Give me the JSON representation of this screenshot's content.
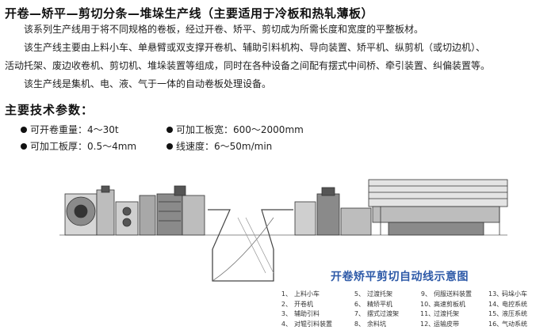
{
  "title": "开卷—矫平—剪切分条—堆垛生产线（主要适用于冷板和热轧薄板）",
  "paragraphs": {
    "p1": "该系列生产线用于将不同规格的卷板，经过开卷、矫平、剪切成为所需长度和宽度的平整板材。",
    "p2_line1": "该生产线主要由上料小车、单悬臂或双支撑开卷机、辅助引料机构、导向装置、矫平机、纵剪机（或切边机）、",
    "p2_line2": "活动托架、废边收卷机、剪切机、堆垛装置等组成，同时在各种设备之间配有摆式中间桥、牵引装置、纠偏装置等。",
    "p3": "该生产线是集机、电、液、气于一体的自动卷板处理设备。"
  },
  "specs_heading": "主要技术参数：",
  "specs": [
    {
      "label": "可开卷重量：4～30t"
    },
    {
      "label": "可加工板宽：600～2000mm"
    },
    {
      "label": "可加工板厚：0.5～4mm"
    },
    {
      "label": "线速度：6～50m/min"
    }
  ],
  "diagram_title": "开卷矫平剪切自动线示意图",
  "legend": [
    {
      "num": "1、",
      "text": "上料小车"
    },
    {
      "num": "2、",
      "text": "开卷机"
    },
    {
      "num": "3、",
      "text": "辅助引料"
    },
    {
      "num": "4、",
      "text": "对辊引料装置"
    },
    {
      "num": "5、",
      "text": "过渡托架"
    },
    {
      "num": "6、",
      "text": "精矫平机"
    },
    {
      "num": "7、",
      "text": "摆式过渡架"
    },
    {
      "num": "8、",
      "text": "余料坑"
    },
    {
      "num": "9、",
      "text": "伺服送料装置"
    },
    {
      "num": "10、",
      "text": "高速剪板机"
    },
    {
      "num": "11、",
      "text": "过渡托架"
    },
    {
      "num": "12、",
      "text": "运输皮带"
    },
    {
      "num": "13、",
      "text": "码垛小车"
    },
    {
      "num": "14、",
      "text": "电控系统"
    },
    {
      "num": "15、",
      "text": "液压系统"
    },
    {
      "num": "16、",
      "text": "气动系统"
    }
  ],
  "colors": {
    "title_blue": "#2e5aa8",
    "machine_dark": "#333333",
    "machine_mid": "#8a8a8a",
    "machine_light": "#d6d6d6"
  }
}
